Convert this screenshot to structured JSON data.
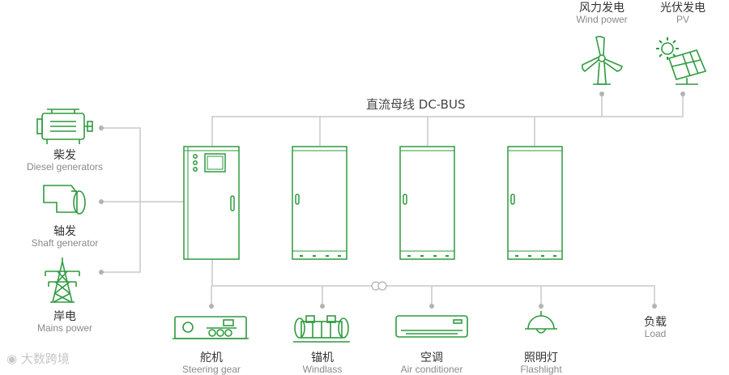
{
  "colors": {
    "green": "#2e9a3e",
    "line": "#c8c8c8",
    "dot": "#b3b3b3"
  },
  "bus": {
    "title": "直流母线 DC-BUS"
  },
  "sources": {
    "diesel": {
      "zh": "柴发",
      "en": "Diesel generators",
      "icon": "diesel-engine-icon"
    },
    "shaft": {
      "zh": "轴发",
      "en": "Shaft generator",
      "icon": "shaft-generator-icon"
    },
    "mains": {
      "zh": "岸电",
      "en": "Mains power",
      "icon": "power-tower-icon"
    },
    "wind": {
      "zh": "风力发电",
      "en": "Wind power",
      "icon": "wind-turbine-icon"
    },
    "pv": {
      "zh": "光伏发电",
      "en": "PV",
      "icon": "solar-panel-icon"
    }
  },
  "loads": {
    "steering": {
      "zh": "舵机",
      "en": "Steering gear",
      "icon": "steering-gear-icon"
    },
    "windlass": {
      "zh": "锚机",
      "en": "Windlass",
      "icon": "windlass-icon"
    },
    "aircon": {
      "zh": "空调",
      "en": "Air conditioner",
      "icon": "air-conditioner-icon"
    },
    "flash": {
      "zh": "照明灯",
      "en": "Flashlight",
      "icon": "lamp-icon"
    },
    "load": {
      "zh": "负载",
      "en": "Load"
    }
  },
  "watermark": {
    "text": "大数跨境"
  }
}
